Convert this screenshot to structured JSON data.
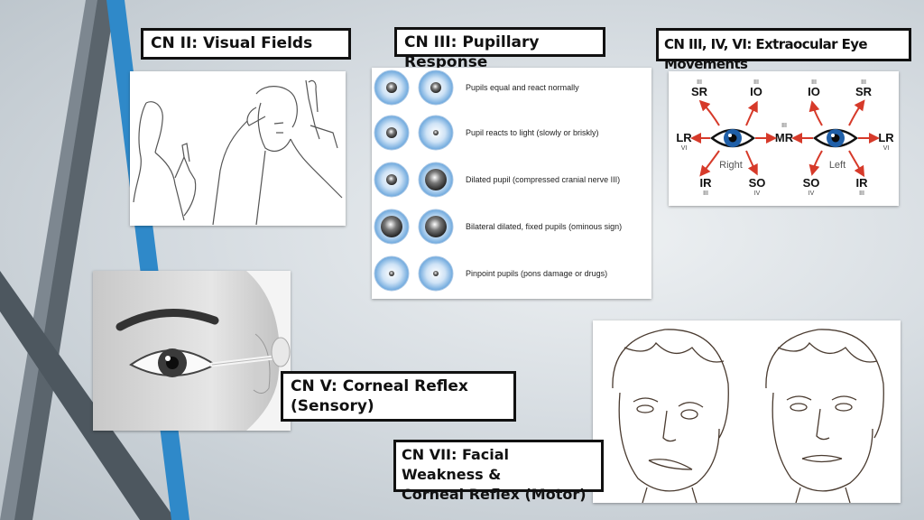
{
  "slide": {
    "visual_fields": {
      "label": "CN II: Visual Fields"
    },
    "pupillary": {
      "label": "CN III: Pupillary Response",
      "rows": [
        {
          "text": "Pupils equal and react normally"
        },
        {
          "text": "Pupil reacts to light (slowly or briskly)"
        },
        {
          "text": "Dilated pupil (compressed cranial nerve III)"
        },
        {
          "text": "Bilateral dilated, fixed pupils (ominous sign)"
        },
        {
          "text": "Pinpoint pupils (pons damage or drugs)"
        }
      ]
    },
    "eom": {
      "label": "CN III, IV, VI: Extraocular Eye Movements",
      "right_eye_label": "Right",
      "left_eye_label": "Left",
      "muscles": {
        "sr_left": {
          "name": "SR",
          "nerve": "III"
        },
        "io_left": {
          "name": "IO",
          "nerve": "III"
        },
        "io_right": {
          "name": "IO",
          "nerve": "III"
        },
        "sr_right": {
          "name": "SR",
          "nerve": "III"
        },
        "lr_left": {
          "name": "LR",
          "nerve": "VI"
        },
        "mr": {
          "name": "MR",
          "nerve": "III"
        },
        "lr_right": {
          "name": "LR",
          "nerve": "VI"
        },
        "ir_left": {
          "name": "IR",
          "nerve": "III"
        },
        "so_left": {
          "name": "SO",
          "nerve": "IV"
        },
        "so_right": {
          "name": "SO",
          "nerve": "IV"
        },
        "ir_right": {
          "name": "IR",
          "nerve": "III"
        }
      },
      "colors": {
        "arrow": "#d63a2a",
        "iris": "#1f5fa8"
      }
    },
    "corneal_sensory": {
      "label_line1": "CN V: Corneal Reflex",
      "label_line2": "(Sensory)"
    },
    "facial": {
      "label_line1": "CN VII: Facial Weakness &",
      "label_line2": "Corneal Reflex (Motor)"
    }
  }
}
